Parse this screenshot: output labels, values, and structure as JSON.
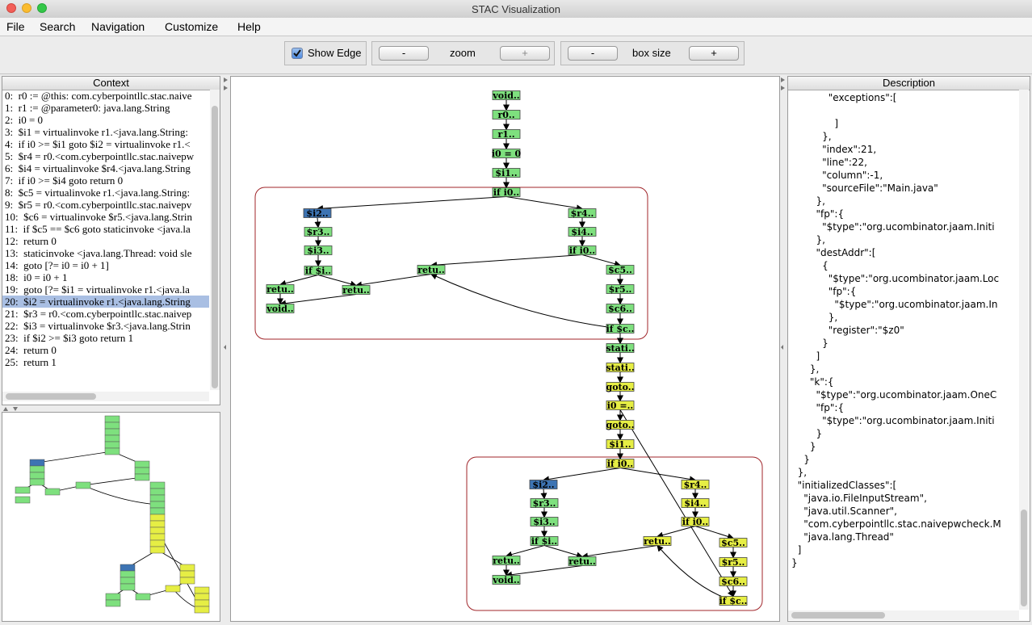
{
  "window": {
    "title": "STAC Visualization"
  },
  "menu": [
    "File",
    "Search",
    "Navigation",
    "Customize",
    "Help"
  ],
  "toolbar": {
    "show_edge_label": "Show Edge",
    "show_edge_checked": true,
    "zoom_label": "zoom",
    "minus": "-",
    "plus": "+",
    "box_size_label": "box size"
  },
  "context": {
    "title": "Context",
    "selected_index": 20,
    "lines": [
      "0:  r0 := @this: com.cyberpointllc.stac.naive",
      "1:  r1 := @parameter0: java.lang.String",
      "2:  i0 = 0",
      "3:  $i1 = virtualinvoke r1.<java.lang.String:",
      "4:  if i0 >= $i1 goto $i2 = virtualinvoke r1.<",
      "5:  $r4 = r0.<com.cyberpointllc.stac.naivepw",
      "6:  $i4 = virtualinvoke $r4.<java.lang.String",
      "7:  if i0 >= $i4 goto return 0",
      "8:  $c5 = virtualinvoke r1.<java.lang.String:",
      "9:  $r5 = r0.<com.cyberpointllc.stac.naivepv",
      "10:  $c6 = virtualinvoke $r5.<java.lang.Strin",
      "11:  if $c5 == $c6 goto staticinvoke <java.la",
      "12:  return 0",
      "13:  staticinvoke <java.lang.Thread: void sle",
      "14:  goto [?= i0 = i0 + 1]",
      "18:  i0 = i0 + 1",
      "19:  goto [?= $i1 = virtualinvoke r1.<java.la",
      "20:  $i2 = virtualinvoke r1.<java.lang.String",
      "21:  $r3 = r0.<com.cyberpointllc.stac.naivep",
      "22:  $i3 = virtualinvoke $r3.<java.lang.Strin",
      "23:  if $i2 >= $i3 goto return 1",
      "24:  return 0",
      "25:  return 1"
    ]
  },
  "description": {
    "title": "Description",
    "lines": [
      "            \"exceptions\":[",
      "",
      "              ]",
      "          },",
      "          \"index\":21,",
      "          \"line\":22,",
      "          \"column\":-1,",
      "          \"sourceFile\":\"Main.java\"",
      "        },",
      "        \"fp\":{",
      "          \"$type\":\"org.ucombinator.jaam.Initi",
      "        },",
      "        \"destAddr\":[",
      "          {",
      "            \"$type\":\"org.ucombinator.jaam.Loc",
      "            \"fp\":{",
      "              \"$type\":\"org.ucombinator.jaam.In",
      "            },",
      "            \"register\":\"$z0\"",
      "          }",
      "        ]",
      "      },",
      "      \"k\":{",
      "        \"$type\":\"org.ucombinator.jaam.OneC",
      "        \"fp\":{",
      "          \"$type\":\"org.ucombinator.jaam.Initi",
      "        }",
      "      }",
      "    }",
      "  },",
      "  \"initializedClasses\":[",
      "    \"java.io.FileInputStream\",",
      "    \"java.util.Scanner\",",
      "    \"com.cyberpointllc.stac.naivepwcheck.M",
      "    \"java.lang.Thread\"",
      "  ]",
      "}"
    ]
  },
  "graph": {
    "colors": {
      "green": "#7ee07e",
      "yellow": "#e6ee44",
      "blue": "#3d74b3",
      "loop_border": "#a0252a"
    },
    "nodes": [
      {
        "label": "void..",
        "color": "green"
      },
      {
        "label": "r0..",
        "color": "green"
      },
      {
        "label": "r1..",
        "color": "green"
      },
      {
        "label": "i0 = 0",
        "color": "green"
      },
      {
        "label": "$i1..",
        "color": "green"
      },
      {
        "label": "if i0..",
        "color": "green"
      },
      {
        "label": "$i2..",
        "color": "blue"
      },
      {
        "label": "$r3..",
        "color": "green"
      },
      {
        "label": "$i3..",
        "color": "green"
      },
      {
        "label": "if $i..",
        "color": "green"
      },
      {
        "label": "retu..",
        "color": "green"
      },
      {
        "label": "retu..",
        "color": "green"
      },
      {
        "label": "void..",
        "color": "green"
      },
      {
        "label": "$r4..",
        "color": "green"
      },
      {
        "label": "$i4..",
        "color": "green"
      },
      {
        "label": "if i0..",
        "color": "green"
      },
      {
        "label": "retu..",
        "color": "green"
      },
      {
        "label": "$c5..",
        "color": "green"
      },
      {
        "label": "$r5..",
        "color": "green"
      },
      {
        "label": "$c6..",
        "color": "green"
      },
      {
        "label": "if $c..",
        "color": "green"
      },
      {
        "label": "stati..",
        "color": "green"
      },
      {
        "label": "stati..",
        "color": "yellow"
      },
      {
        "label": "goto..",
        "color": "yellow"
      },
      {
        "label": "i0 =..",
        "color": "yellow"
      },
      {
        "label": "goto..",
        "color": "yellow"
      },
      {
        "label": "$i1..",
        "color": "yellow"
      },
      {
        "label": "if i0..",
        "color": "yellow"
      },
      {
        "label": "$i2..",
        "color": "blue"
      },
      {
        "label": "$r3..",
        "color": "green"
      },
      {
        "label": "$i3..",
        "color": "green"
      },
      {
        "label": "if $i..",
        "color": "green"
      },
      {
        "label": "retu..",
        "color": "green"
      },
      {
        "label": "retu..",
        "color": "green"
      },
      {
        "label": "void..",
        "color": "green"
      },
      {
        "label": "$r4..",
        "color": "yellow"
      },
      {
        "label": "$i4..",
        "color": "yellow"
      },
      {
        "label": "if i0..",
        "color": "yellow"
      },
      {
        "label": "retu..",
        "color": "yellow"
      },
      {
        "label": "$c5..",
        "color": "yellow"
      },
      {
        "label": "$r5..",
        "color": "yellow"
      },
      {
        "label": "$c6..",
        "color": "yellow"
      },
      {
        "label": "if $c..",
        "color": "yellow"
      }
    ]
  }
}
